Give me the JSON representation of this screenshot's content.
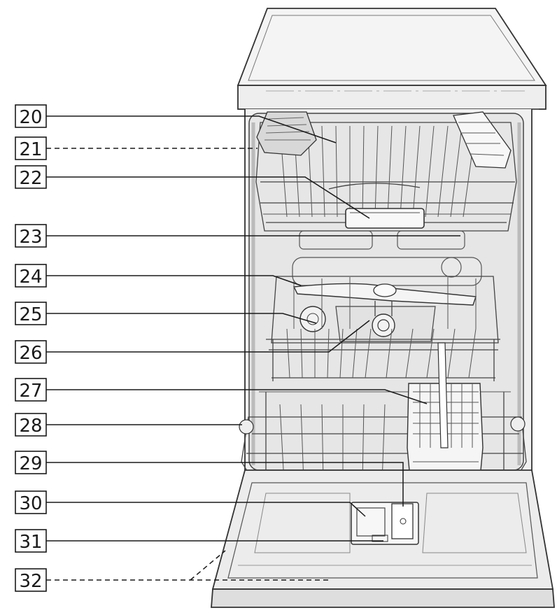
{
  "callouts": [
    {
      "id": "20",
      "dashed": false
    },
    {
      "id": "21",
      "dashed": true
    },
    {
      "id": "22",
      "dashed": false
    },
    {
      "id": "23",
      "dashed": false
    },
    {
      "id": "24",
      "dashed": false
    },
    {
      "id": "25",
      "dashed": false
    },
    {
      "id": "26",
      "dashed": false
    },
    {
      "id": "27",
      "dashed": false
    },
    {
      "id": "28",
      "dashed": false
    },
    {
      "id": "29",
      "dashed": false
    },
    {
      "id": "30",
      "dashed": false
    },
    {
      "id": "31",
      "dashed": false
    },
    {
      "id": "32",
      "dashed": true
    }
  ],
  "colors": {
    "stroke": "#1a1a1a",
    "body_fill": "#f2f2f2",
    "inner_fill": "#e4e4e4",
    "shadow_fill": "#d0d0d0"
  }
}
